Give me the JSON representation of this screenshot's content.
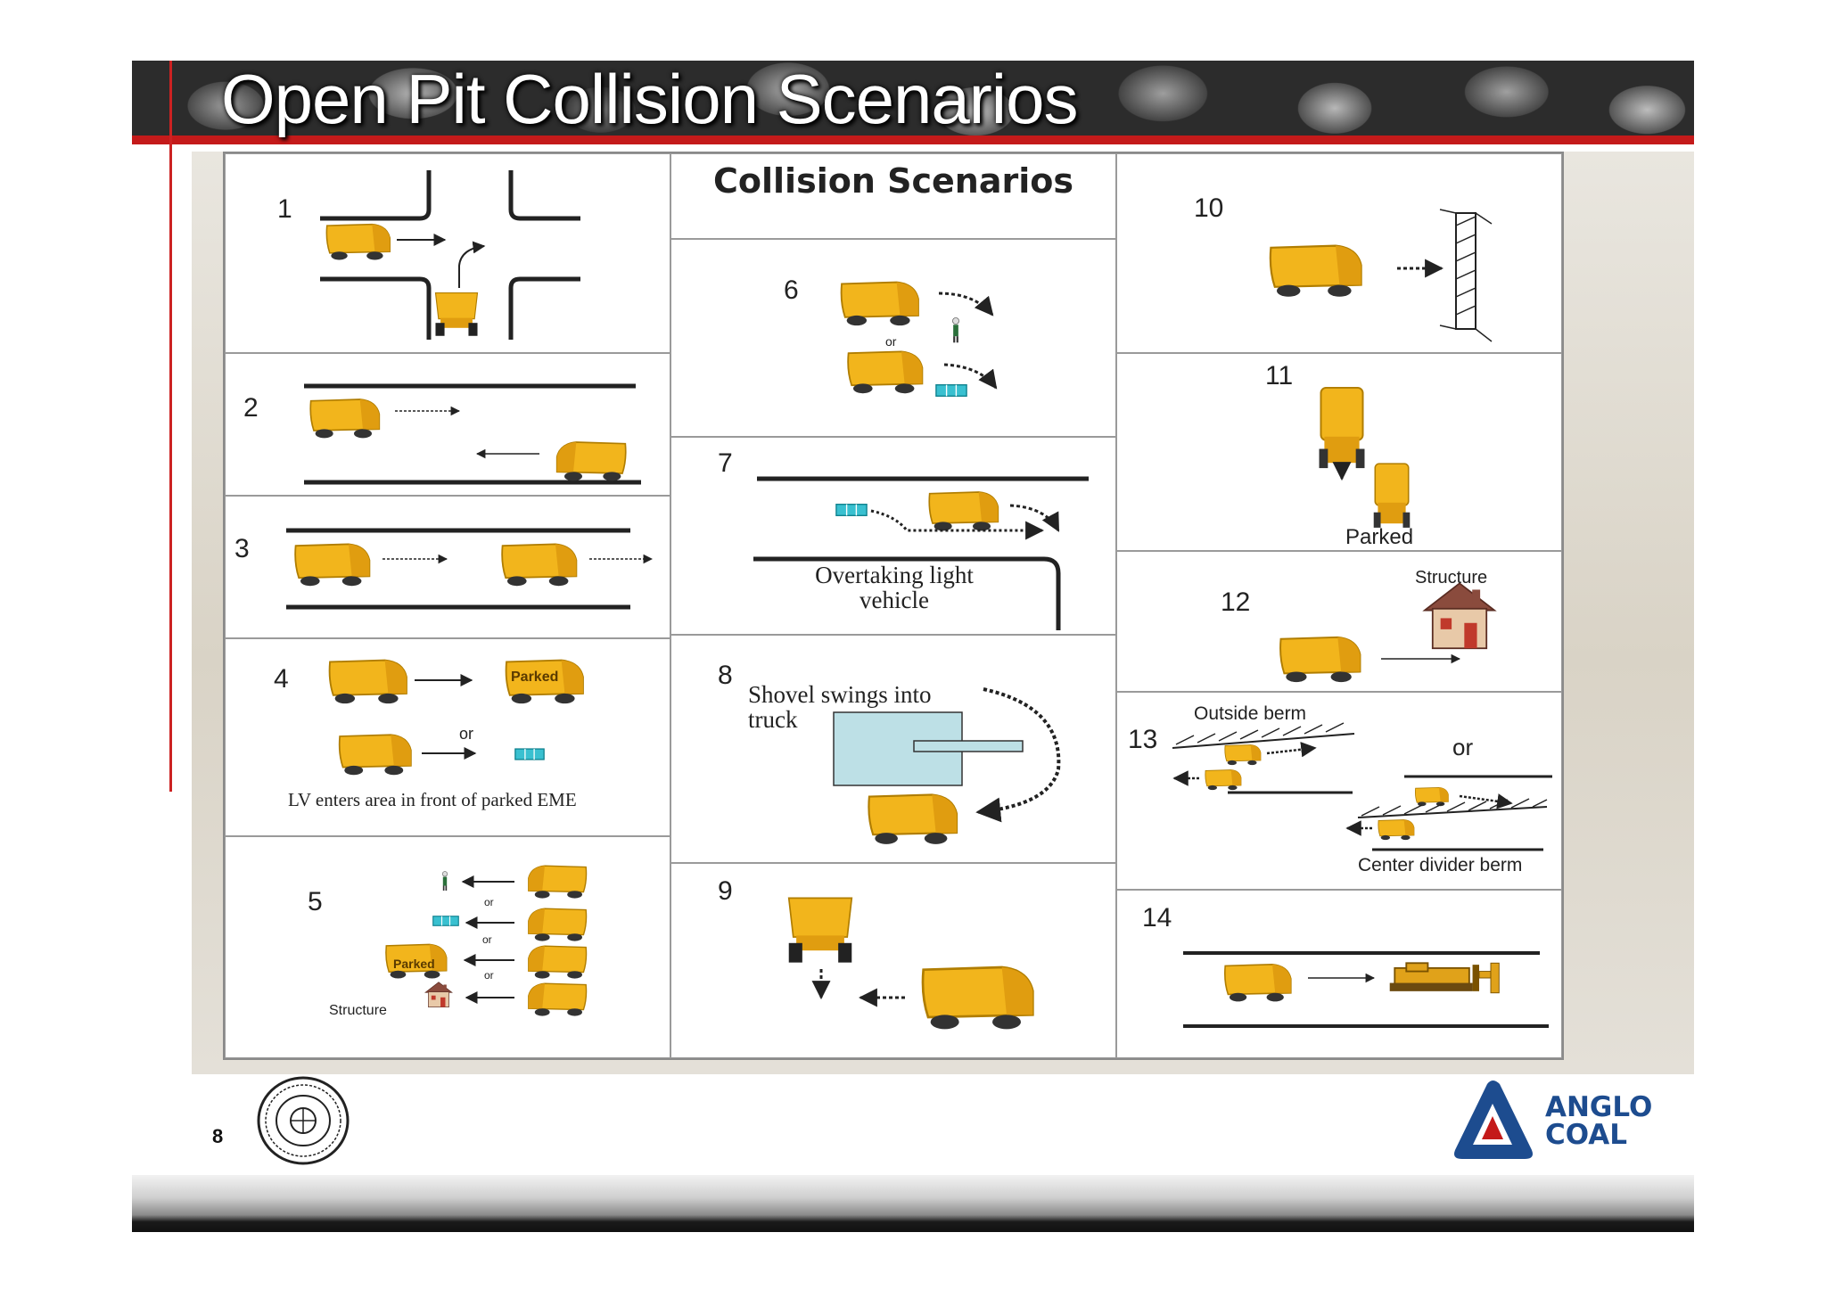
{
  "slide": {
    "title": "Open Pit Collision Scenarios",
    "page_number": "8"
  },
  "diagram": {
    "title": "Collision Scenarios",
    "scenarios": [
      {
        "number": "1"
      },
      {
        "number": "2"
      },
      {
        "number": "3"
      },
      {
        "number": "4",
        "parked_label": "Parked",
        "or_label": "or",
        "caption": "LV enters area in front of parked EME"
      },
      {
        "number": "5",
        "or_labels": [
          "or",
          "or",
          "or"
        ],
        "parked_label": "Parked",
        "structure_label": "Structure"
      },
      {
        "number": "6",
        "or_label": "or"
      },
      {
        "number": "7",
        "caption_line1": "Overtaking light",
        "caption_line2": "vehicle"
      },
      {
        "number": "8",
        "caption_line1": "Shovel swings into",
        "caption_line2": "truck"
      },
      {
        "number": "9"
      },
      {
        "number": "10"
      },
      {
        "number": "11",
        "parked_label": "Parked"
      },
      {
        "number": "12",
        "structure_label": "Structure"
      },
      {
        "number": "13",
        "outside_label": "Outside berm",
        "or_label": "or",
        "center_label": "Center divider berm"
      },
      {
        "number": "14"
      }
    ]
  },
  "logo": {
    "line1": "ANGLO",
    "line2": "COAL",
    "color": "#1d4c8f",
    "accent": "#c41a1a"
  },
  "colors": {
    "truck": "#f2b51c",
    "light_vehicle": "#39c0d0",
    "header_red": "#c41a1a"
  }
}
